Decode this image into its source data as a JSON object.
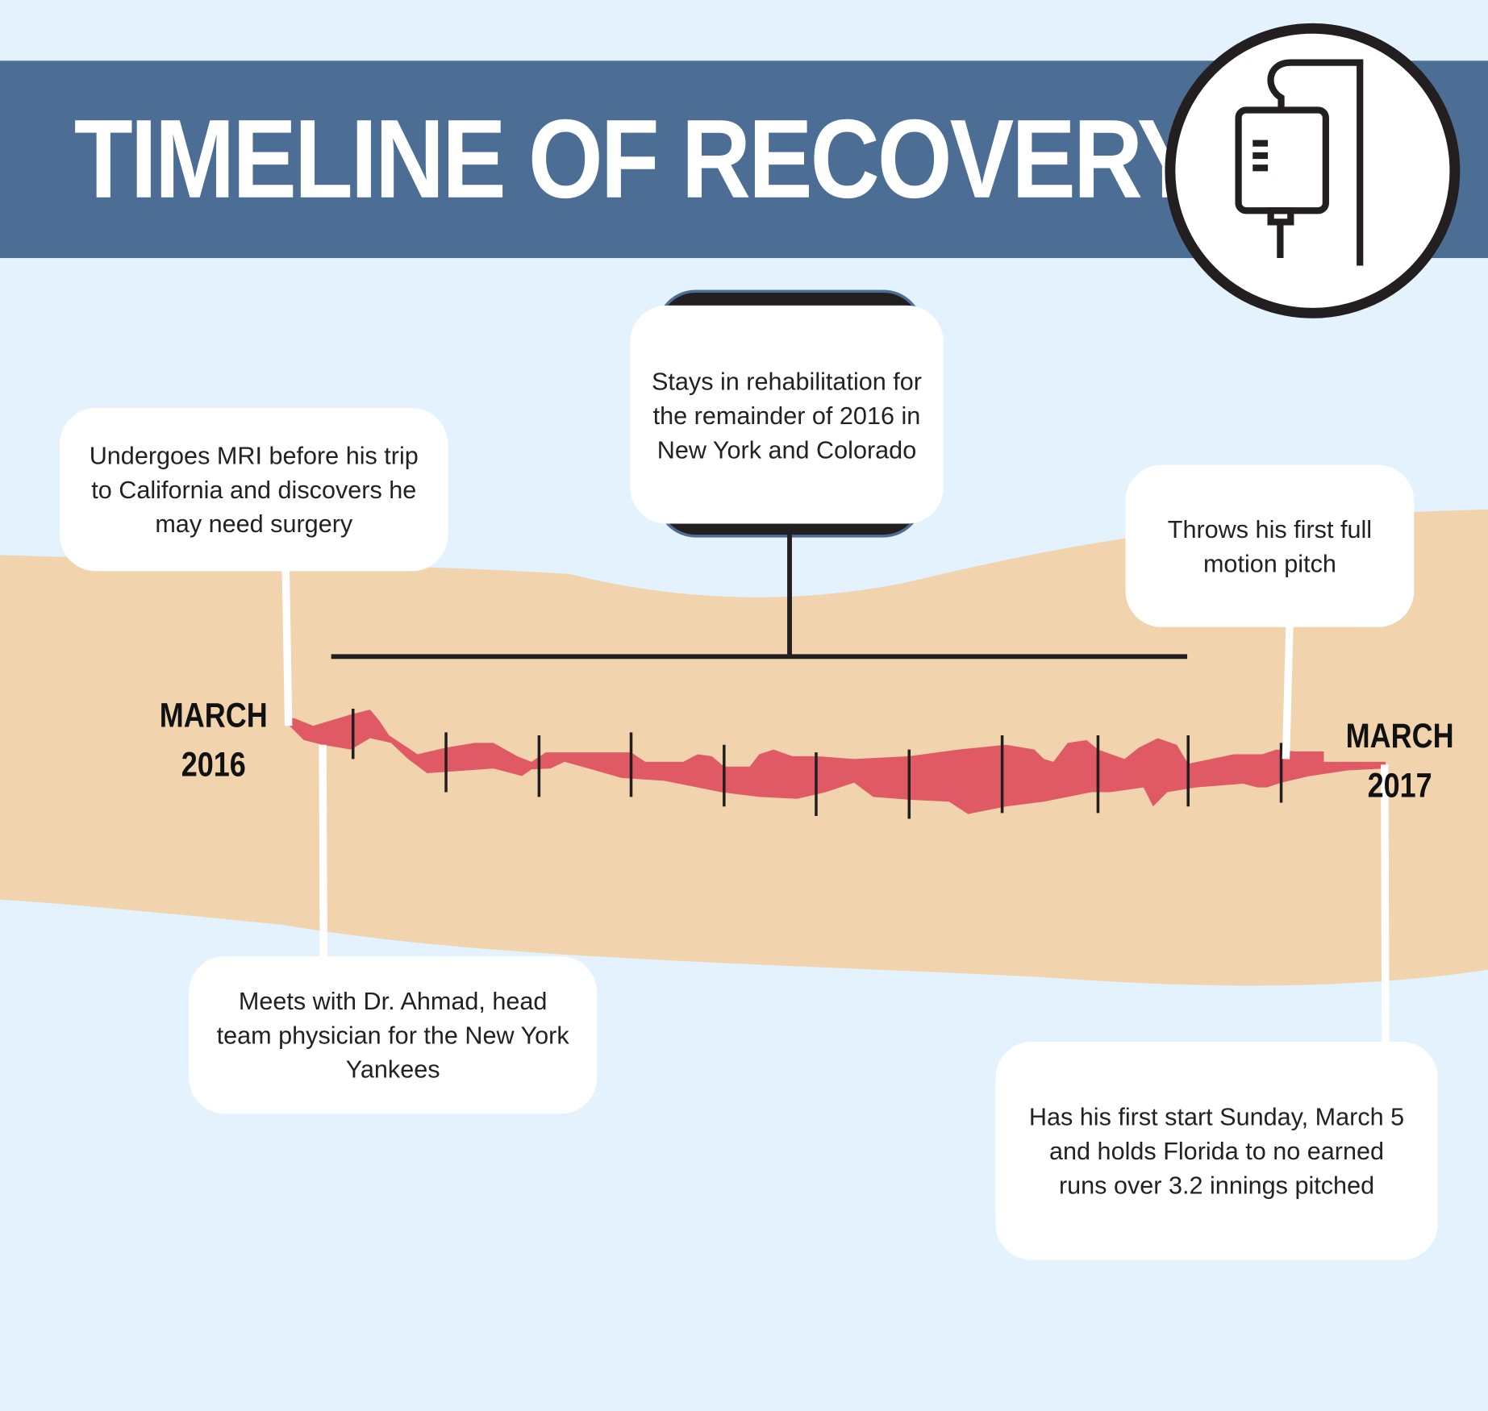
{
  "header": {
    "title": "TIMELINE OF RECOVERY",
    "icon": "iv-bag-icon"
  },
  "dates": {
    "start_month": "MARCH",
    "start_year": "2016",
    "end_month": "MARCH",
    "end_year": "2017"
  },
  "events": [
    {
      "text": "Undergoes MRI before his trip to California and discovers he may need surgery"
    },
    {
      "text": "Meets with Dr. Ahmad, head team physician for the New York Yankees"
    },
    {
      "text": "Stays in rehabilitation for the remainder of 2016 in New York and Colorado"
    },
    {
      "text": "Throws his first full motion pitch"
    },
    {
      "text": "Has his first start Sunday, March 5 and holds Florida to no earned runs over 3.2 innings pitched"
    }
  ],
  "colors": {
    "banner": "#4c6e94",
    "background": "#e3f2fd",
    "land": "#f1d4ae",
    "band": "#e05a66",
    "ink": "#231f20"
  }
}
